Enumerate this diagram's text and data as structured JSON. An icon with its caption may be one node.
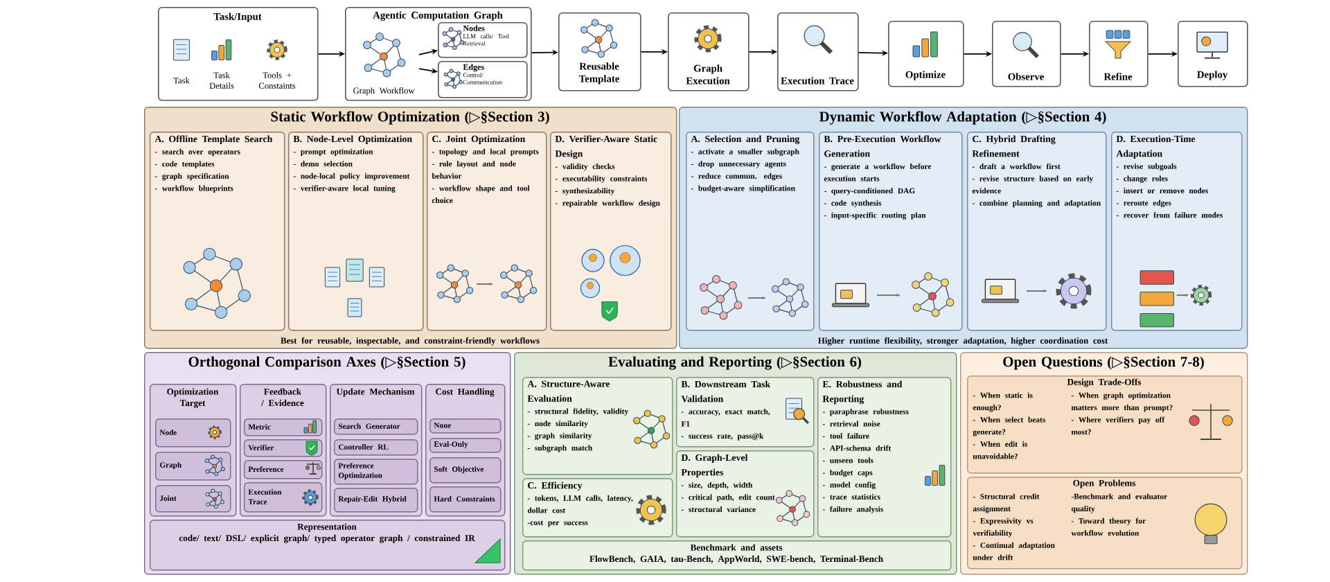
{
  "diagram": {
    "nodes": [
      {
        "text": [
          "Task/Input",
          "Task",
          "Task Details",
          "Tools + Constaints"
        ]
      },
      {
        "text": [
          "Agentic Computation Graph"
        ]
      },
      {
        "text": [
          "Graph Workflow"
        ],
        "in": 1
      },
      {
        "text": [
          "Nodes",
          "LLM calls/ Tool Retrieval"
        ],
        "in": 1
      },
      {
        "text": [
          "Edges",
          "Control/ Communication"
        ],
        "in": 1
      },
      {
        "text": [
          "Reusable Template"
        ]
      },
      {
        "text": [
          "Graph Execution"
        ]
      },
      {
        "text": [
          "Execution Trace"
        ]
      },
      {
        "text": [
          "Optimize"
        ]
      },
      {
        "text": [
          "Observe"
        ]
      },
      {
        "text": [
          "Refine"
        ]
      },
      {
        "text": [
          "Deploy"
        ]
      },
      {
        "text": [
          "Static Workflow Optimization (▷§Section 3)",
          "Best for reusable, inspectable, and constraint-friendly workflows"
        ]
      },
      {
        "text": [
          "A. Offline Template Search",
          "- search over operators",
          "- code templates",
          "- graph specification",
          "- workflow blueprints"
        ],
        "in": 12
      },
      {
        "text": [
          "B. Node-Level Optimization",
          "- prompt optimization",
          "- demo selection",
          "- node-local policy improvement",
          "- verifier-aware local tuning"
        ],
        "in": 12
      },
      {
        "text": [
          "C. Joint Optimization",
          "- topology and local prompts",
          "- role layout and node behavior",
          "- workflow shape and tool choice"
        ],
        "in": 12
      },
      {
        "text": [
          "D. Verifier-Aware Static Design",
          "- validity checks",
          "- executability constraints",
          "- synthesizability",
          "- repairable workflow design"
        ],
        "in": 12
      },
      {
        "text": [
          "Dynamic Workflow Adaptation (▷§Section 4)",
          "Higher runtime flexibility, stronger adaptation, higher coordination cost"
        ]
      },
      {
        "text": [
          "A. Selection and Pruning",
          "- activate a smaller subgraph",
          "- drop unnecessary agents",
          "- reduce commun. edges",
          "- budget-aware simplification"
        ],
        "in": 17
      },
      {
        "text": [
          "B. Pre-Execution Workflow Generation",
          "- generate a workflow before execution starts",
          "- query-conditioned DAG",
          "- code synthesis",
          "- input-specific routing plan"
        ],
        "in": 17
      },
      {
        "text": [
          "C. Hybrid Drafting Refinement",
          "- draft a workflow first",
          "- revise structure based on early evidence",
          "- combine planning and adaptation"
        ],
        "in": 17
      },
      {
        "text": [
          "D. Execution-Time Adaptation",
          "- revise subgoals",
          "- change roles",
          "- insert or remove nodes",
          "- reroute edges",
          "- recover from failure modes"
        ],
        "in": 17
      },
      {
        "text": [
          "Orthogonal Comparison Axes (▷§Section 5)"
        ]
      },
      {
        "text": [
          "Optimization Target"
        ],
        "in": 22
      },
      {
        "text": [
          "Node"
        ],
        "in": 23
      },
      {
        "text": [
          "Graph"
        ],
        "in": 23
      },
      {
        "text": [
          "Joint"
        ],
        "in": 23
      },
      {
        "text": [
          "Feedback / Evidence"
        ],
        "in": 22
      },
      {
        "text": [
          "Metric"
        ],
        "in": 27
      },
      {
        "text": [
          "Verifier"
        ],
        "in": 27
      },
      {
        "text": [
          "Preference"
        ],
        "in": 27
      },
      {
        "text": [
          "Execution Trace"
        ],
        "in": 27
      },
      {
        "text": [
          "Update Mechanism"
        ],
        "in": 22
      },
      {
        "text": [
          "Search Generator"
        ],
        "in": 32
      },
      {
        "text": [
          "Controller RL"
        ],
        "in": 32
      },
      {
        "text": [
          "Preference Optimization"
        ],
        "in": 32
      },
      {
        "text": [
          "Repair-Edit Hybrid"
        ],
        "in": 32
      },
      {
        "text": [
          "Cost Handling"
        ],
        "in": 22
      },
      {
        "text": [
          "None"
        ],
        "in": 37
      },
      {
        "text": [
          "Eval-Only"
        ],
        "in": 37
      },
      {
        "text": [
          "Soft Objective"
        ],
        "in": 37
      },
      {
        "text": [
          "Hard Constraints"
        ],
        "in": 37
      },
      {
        "text": [
          "Representation",
          "code/ text/ DSL/ explicit graph/ typed operator graph / constrained IR"
        ],
        "in": 22
      },
      {
        "text": [
          "Evaluating and Reporting (▷§Section 6)"
        ]
      },
      {
        "text": [
          "A. Structure-Aware Evaluation",
          "- structural fidelity, validity",
          "- node similarity",
          "- graph similarity",
          "- subgraph match"
        ],
        "in": 43
      },
      {
        "text": [
          "B. Downstream Task Validation",
          "- accuracy, exact match, F1",
          "- success rate, pass@k"
        ],
        "in": 43
      },
      {
        "text": [
          "C. Efficiency",
          "- tokens, LLM calls, latency, dollar cost",
          "-cost per success"
        ],
        "in": 43
      },
      {
        "text": [
          "D. Graph-Level Properties",
          "- size, depth, width",
          "- critical path, edit count",
          "- structural variance"
        ],
        "in": 43
      },
      {
        "text": [
          "E. Robustness and Reporting",
          "- paraphrase robustness",
          "- retrieval noise",
          "- tool failure",
          "- API-schema drift",
          "- unseen tools",
          "- budget caps",
          "- model config",
          "- trace statistics",
          "- failure analysis"
        ],
        "in": 43
      },
      {
        "text": [
          "Benchmark and assets",
          "FlowBench, GAIA, tau-Bench, AppWorld, SWE-bench, Terminal-Bench"
        ],
        "in": 43
      },
      {
        "text": [
          "Open Questions (▷§Section 7-8)"
        ]
      },
      {
        "text": [
          "Design Trade-Offs",
          "- When static is enough?",
          "- When select beats generate?",
          "- When edit is unavoidable?",
          "- When graph optimization matters more than prompt?",
          "- Where verifiers pay off most?"
        ],
        "in": 50
      },
      {
        "text": [
          "Open Problems",
          "- Structural credit assignment",
          "- Expressivity vs verifiability",
          "- Continual adaptation under drift",
          "-Benchmark and evaluator quality",
          "- Toward theory for workflow evolution"
        ],
        "in": 50
      }
    ],
    "edges": [
      {
        "from": 0,
        "to": 1,
        "arrow": "to"
      },
      {
        "from": 1,
        "to": 5,
        "arrow": "to"
      },
      {
        "from": 5,
        "to": 6,
        "arrow": "to"
      },
      {
        "from": 6,
        "to": 7,
        "arrow": "to"
      },
      {
        "from": 7,
        "to": 8,
        "arrow": "to"
      },
      {
        "from": 8,
        "to": 9,
        "arrow": "to"
      },
      {
        "from": 9,
        "to": 10,
        "arrow": "to"
      },
      {
        "from": 10,
        "to": 11,
        "arrow": "to"
      },
      {
        "from": 2,
        "to": 3,
        "arrow": "to"
      },
      {
        "from": 2,
        "to": 4,
        "arrow": "to"
      }
    ]
  }
}
